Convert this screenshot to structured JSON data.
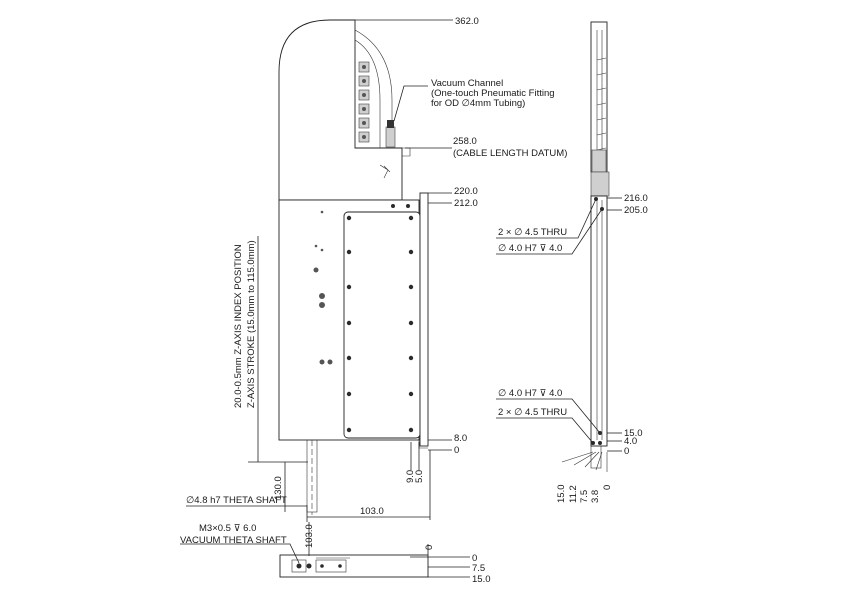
{
  "dimensions": {
    "d362": "362.0",
    "d258": "258.0",
    "cable_datum": "(CABLE LENGTH DATUM)",
    "d220": "220.0",
    "d212": "212.0",
    "d8": "8.0",
    "d0_main": "0",
    "d9": "9.0",
    "d5": "5.0",
    "d130": "130.0",
    "d103_h": "103.0",
    "d103_v": "103.0",
    "d216": "216.0",
    "d205": "205.0",
    "d15_side": "15.0",
    "d4_side": "4.0",
    "d0_side": "0",
    "b15": "15.0",
    "b112": "11.2",
    "b75": "7.5",
    "b38": "3.8",
    "b0": "0",
    "top0": "0",
    "bot0": "0",
    "bot75": "7.5",
    "bot15": "15.0"
  },
  "labels": {
    "vacuum1": "Vacuum Channel",
    "vacuum2": "(One-touch Pneumatic Fitting",
    "vacuum3": "for OD   ∅4mm Tubing)",
    "thru_top": "2 × ∅ 4.5 THRU",
    "h7_top": "∅ 4.0 H7 ⊽ 4.0",
    "h7_bot": "∅ 4.0 H7 ⊽ 4.0",
    "thru_bot": "2 × ∅ 4.5 THRU",
    "zindex": "20.0-0.5mm Z-AXIS INDEX POSITION",
    "zstroke": "Z-AXIS STROKE (15.0mm to 115.0mm)",
    "theta_shaft": "∅4.8 h7 THETA SHAFT",
    "m3": "M3×0.5 ⊽ 6.0",
    "vacuum_theta": "VACUUM THETA SHAFT"
  }
}
